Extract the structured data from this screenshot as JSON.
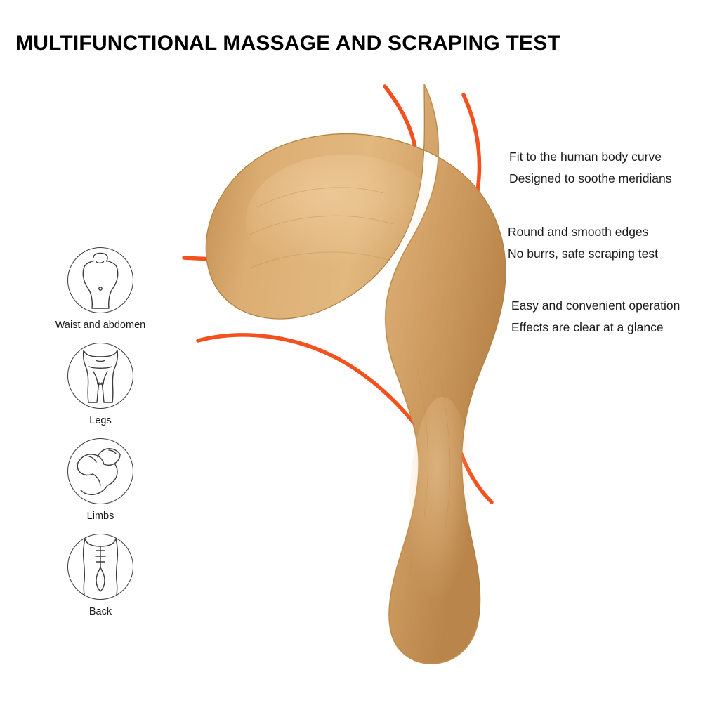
{
  "title": "MULTIFUNCTIONAL MASSAGE AND SCRAPING TEST",
  "features": [
    {
      "id": "fit-human-body-curve",
      "lines": [
        "Fit to the human body curve",
        "Designed to soothe meridians"
      ]
    },
    {
      "id": "round-smooth-edges",
      "lines": [
        "Round and smooth edges",
        "No burrs, safe scraping test"
      ]
    },
    {
      "id": "easy-operation",
      "lines": [
        "Easy and convenient operation",
        "Effects are clear at a glance"
      ]
    }
  ],
  "body_areas": [
    {
      "icon": "torso-waist-abdomen-icon",
      "label": "Waist and abdomen"
    },
    {
      "icon": "hips-legs-icon",
      "label": "Legs"
    },
    {
      "icon": "flexed-arm-limbs-icon",
      "label": "Limbs"
    },
    {
      "icon": "back-spine-icon",
      "label": "Back"
    }
  ],
  "product": {
    "name": "wooden-gua-sha-massage-scraper",
    "wood_color": "#d9a869",
    "wood_color_light": "#e6bd86",
    "wood_color_dark": "#bd8a4d",
    "accent_color": "#f4511e"
  }
}
